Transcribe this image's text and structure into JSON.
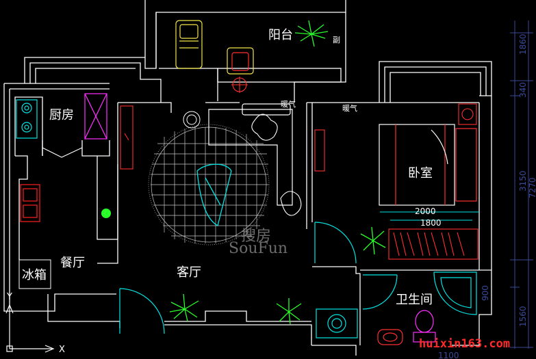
{
  "rooms": {
    "balcony": "阳台",
    "kitchen": "厨房",
    "bedroom": "卧室",
    "dining": "餐厅",
    "fridge": "冰箱",
    "living": "客厅",
    "bathroom": "卫生间"
  },
  "fixtures": {
    "heater_1": "暖气",
    "heater_2": "暖气"
  },
  "dimensions": {
    "right_1": "1860",
    "right_2": "340",
    "right_3": "3150",
    "right_total": "7270",
    "right_4": "900",
    "right_5": "1560",
    "bed_width": "2000",
    "bed_inner": "1800",
    "bottom": "1100"
  },
  "watermark": {
    "brand": "SouFun",
    "chars": "搜房",
    "site": "huixin163.com"
  },
  "axes": {
    "x": "X",
    "y": "Y"
  },
  "colors": {
    "wall": "#ffffff",
    "furniture_cyan": "#00e5e5",
    "furniture_yellow": "#f2e64a",
    "accent_red": "#ff2020",
    "accent_magenta": "#ff30ff",
    "plant_green": "#2aff2a",
    "dim_blue": "#3a4a9a"
  }
}
